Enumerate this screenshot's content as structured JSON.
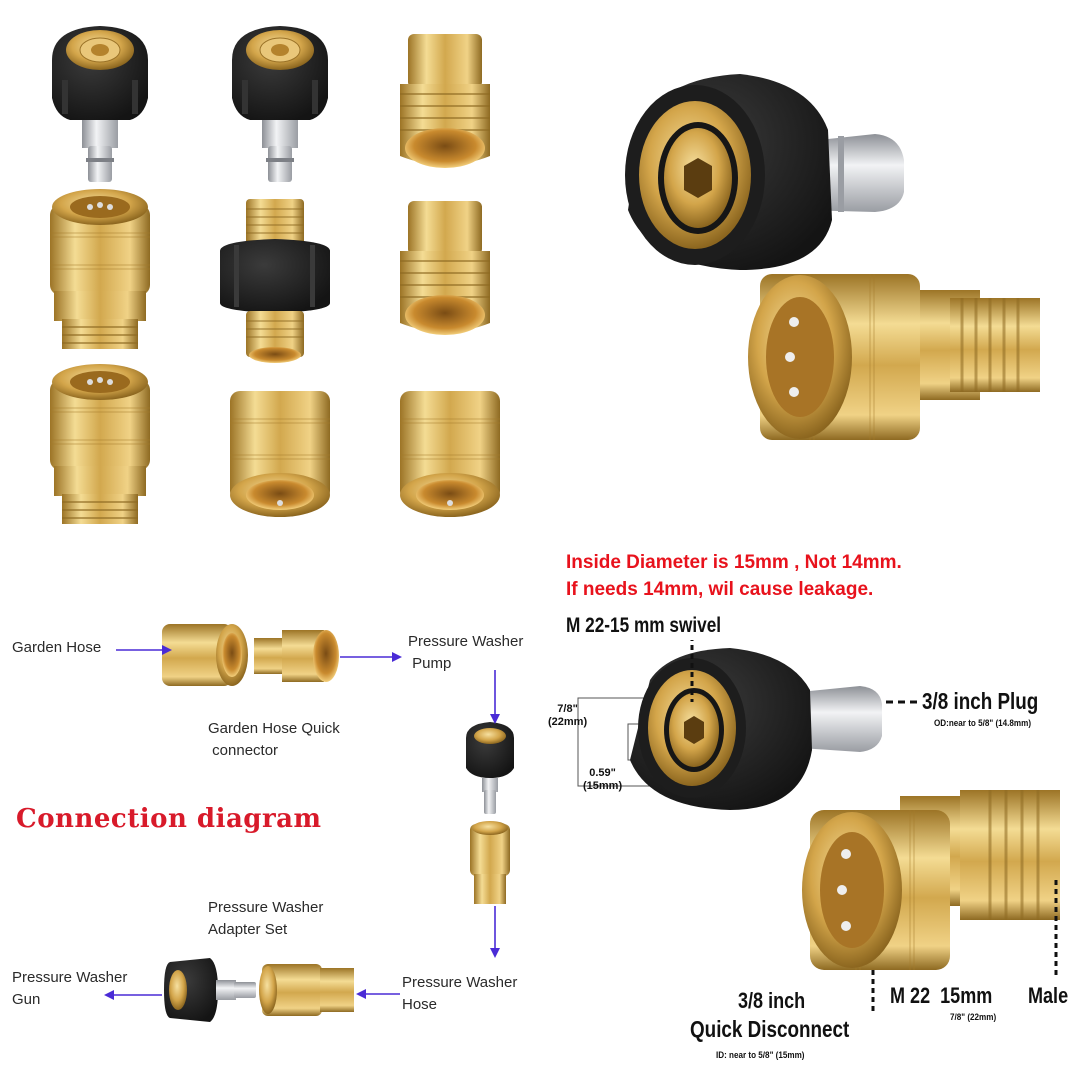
{
  "colors": {
    "brass": "#d8b25a",
    "brass_dark": "#a9812f",
    "brass_light": "#f1d68e",
    "black_rubber": "#222222",
    "steel": "#c9cbcf",
    "arrow": "#4a2bd6",
    "warning_red": "#e8121c",
    "title_red": "#d81a2a"
  },
  "product_grid": {
    "items": [
      {
        "name": "m22-swivel-to-plug-1",
        "type": "swivel-plug"
      },
      {
        "name": "m22-swivel-to-plug-2",
        "type": "swivel-plug"
      },
      {
        "name": "garden-hose-male-1",
        "type": "garden-male"
      },
      {
        "name": "quick-disconnect-m22-male-1",
        "type": "qd-male"
      },
      {
        "name": "m22-double-male-swivel",
        "type": "double-male"
      },
      {
        "name": "garden-hose-male-2",
        "type": "garden-male"
      },
      {
        "name": "quick-disconnect-m22-male-2",
        "type": "qd-male"
      },
      {
        "name": "garden-hose-female-qd-1",
        "type": "garden-female"
      },
      {
        "name": "garden-hose-female-qd-2",
        "type": "garden-female"
      }
    ]
  },
  "warning": {
    "line1": "Inside Diameter is 15mm , Not 14mm.",
    "line2": "If needs 14mm, wil cause leakage."
  },
  "diagram": {
    "title": "Connection diagram",
    "labels": {
      "garden_hose": "Garden Hose",
      "pressure_washer_pump": "Pressure Washer\n Pump",
      "garden_hose_quick_connector": "Garden Hose Quick\n connector",
      "pressure_washer_adapter_set": "Pressure Washer\nAdapter Set",
      "pressure_washer_gun": "Pressure Washer\nGun",
      "pressure_washer_hose": "Pressure Washer\nHose"
    }
  },
  "specs": {
    "swivel_label": "M 22-15 mm swivel",
    "outer_dim": "7/8\"\n(22mm)",
    "inner_dim": "0.59\"\n(15mm)",
    "plug_label": "3/8 inch Plug",
    "plug_sub": "OD:near to 5/8\" (14.8mm)",
    "qd_label_line1": "3/8 inch",
    "qd_label_line2": "Quick Disconnect",
    "qd_sub": "ID: near to 5/8\" (15mm)",
    "m22_label": "M 22  15mm",
    "m22_sub": "7/8\" (22mm)",
    "male_label": "Male"
  }
}
